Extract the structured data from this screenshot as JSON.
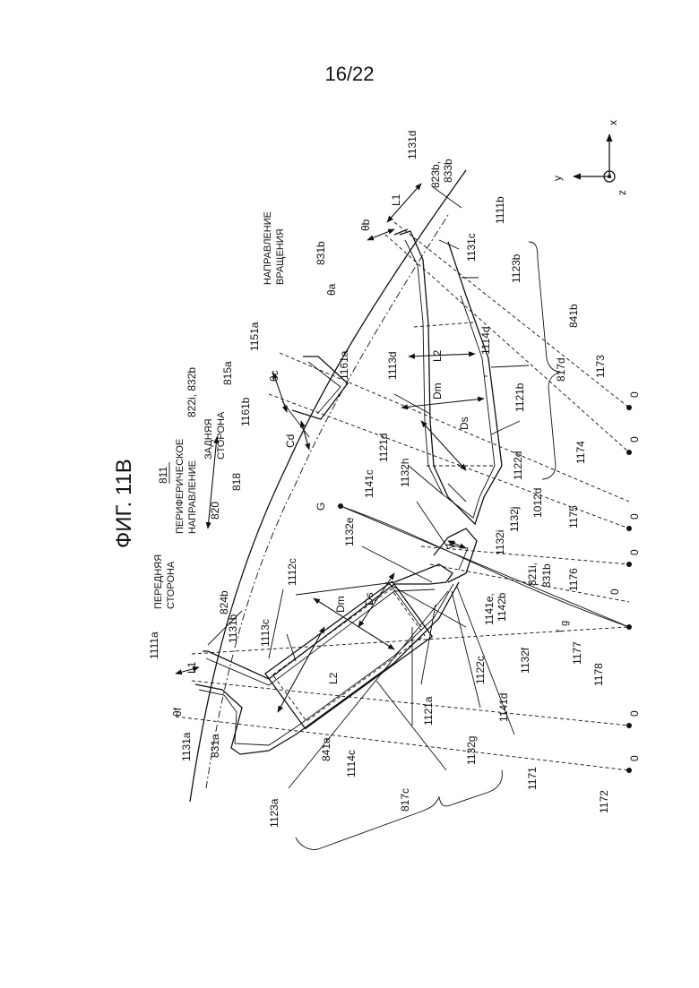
{
  "page_number": "16/22",
  "figure": {
    "title": "ФИГ. 11B",
    "main_ref": "811",
    "direction_front": [
      "ПЕРЕДНЯЯ",
      "СТОРОНА"
    ],
    "direction_periph": [
      "ПЕРИФЕРИЧЕСКОЕ",
      "НАПРАВЛЕНИЕ"
    ],
    "direction_rear": [
      "ЗАДНЯЯ",
      "СТОРОНА"
    ],
    "rotation": [
      "НАПРАВЛЕНИЕ",
      "ВРАЩЕНИЯ"
    ]
  },
  "axes": {
    "x": "x",
    "y": "y",
    "z": "z"
  },
  "refs": {
    "r820": "820",
    "r818": "818",
    "r822i_832b": "822i, 832b",
    "r815a": "815a",
    "r1161b": "1161b",
    "rCd": "Cd",
    "r1151a": "1151a",
    "rthetac": "θc",
    "r1161a": "1161a",
    "r831b_top": "831b",
    "rthetaa": "θa",
    "rthetab": "θb",
    "rL1_top": "L1",
    "r1131d": "1131d",
    "r823b": "823b,",
    "r833b": "833b",
    "r1111b": "1111b",
    "r1131c": "1131c",
    "r1123b": "1123b",
    "r841b": "841b",
    "r1113d": "1113d",
    "rL2_right": "L2",
    "r1114d": "1114d",
    "rDm_right": "Dm",
    "r1121b": "1121b",
    "r817d": "817d",
    "r1173": "1173",
    "rDs_right": "Ds",
    "r1121d": "1121d",
    "r1132h": "1132h",
    "r1122d": "1122d",
    "r1174": "1174",
    "r1141c": "1141c",
    "r1012d": "1012d",
    "r1175": "1175",
    "rG": "G",
    "r1132e": "1132e",
    "r1132j": "1132j",
    "r1132i": "1132i",
    "rw": "w",
    "r821i": "821i,",
    "r831b_mid": "831b",
    "r1176": "1176",
    "r1141e": "1141e,",
    "r1142b": "1142b",
    "rrg": "r",
    "rrg_sub": "g",
    "r1177": "1177",
    "r1178": "1178",
    "r1112c": "1112c",
    "r824b": "824b",
    "r1131b": "1131b",
    "r1113c": "1113c",
    "rDm_left": "Dm",
    "rDs_left": "Ds",
    "r1111a": "1111a",
    "rL1_left": "L1",
    "rthetaf": "θf",
    "rL2_left": "L2",
    "r1121a": "1121a",
    "r1122c": "1122c",
    "r1132f": "1132f",
    "r1141d": "1141d",
    "r1132g": "1132g",
    "r1131a": "1131a",
    "r831a": "831a",
    "r841a": "841a",
    "r1114c": "1114c",
    "r1171": "1171",
    "r1172": "1172",
    "r1123a": "1123a",
    "r817c": "817c",
    "rzero": "0"
  }
}
